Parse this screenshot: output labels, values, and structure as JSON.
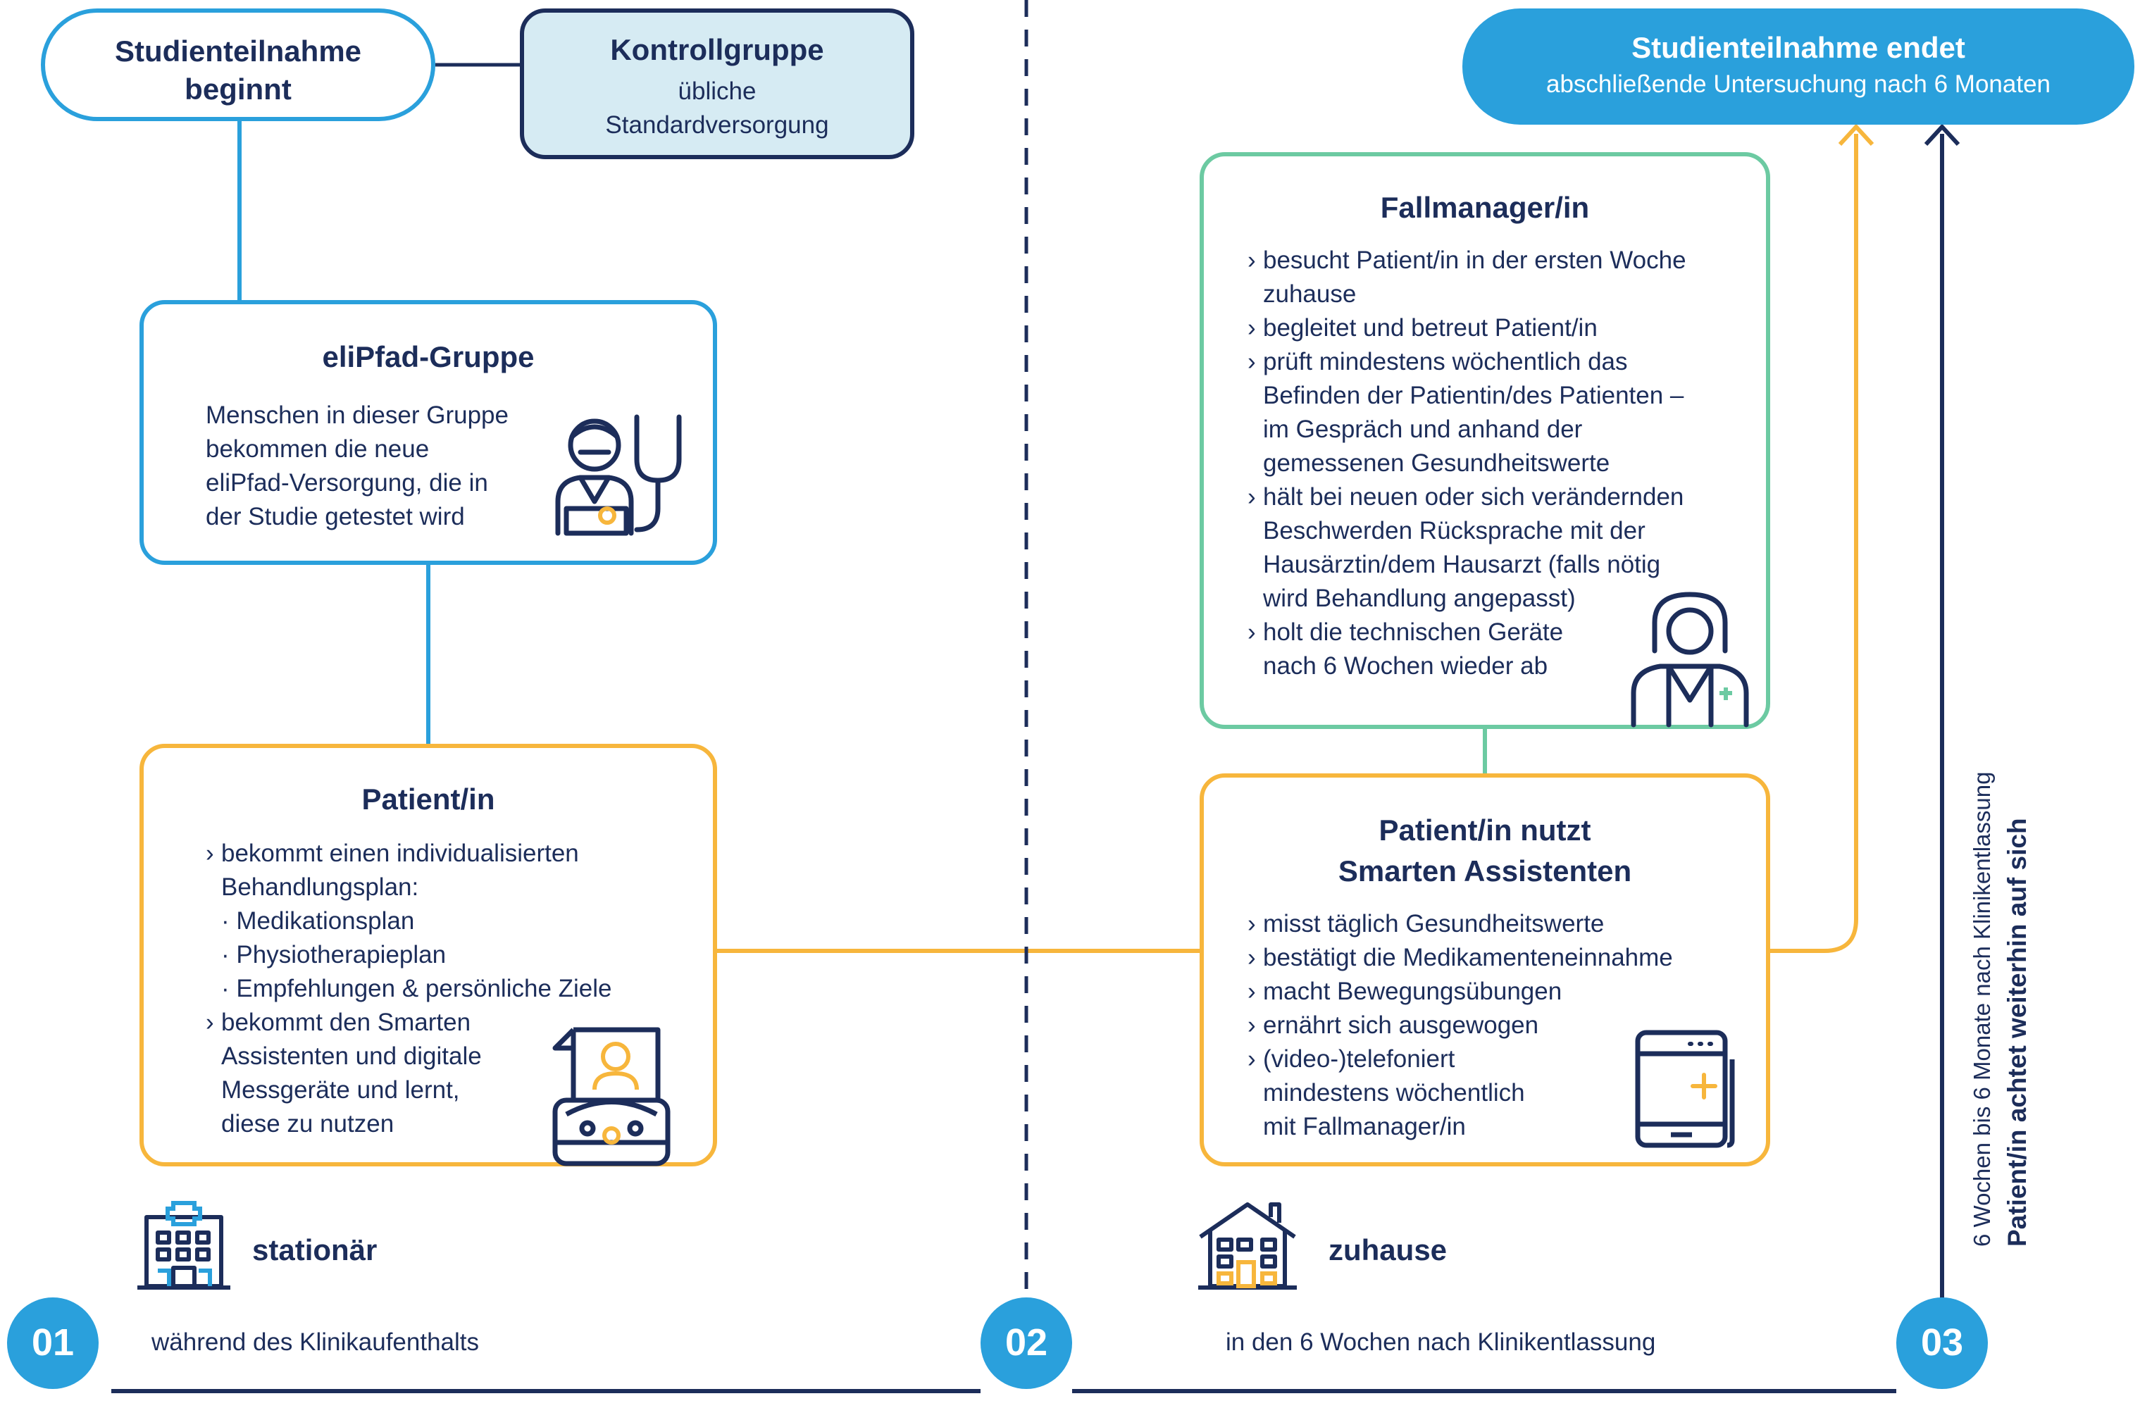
{
  "start": {
    "title_line1": "Studienteilnahme",
    "title_line2": "beginnt"
  },
  "control": {
    "title": "Kontrollgruppe",
    "line1": "übliche",
    "line2": "Standardversorgung"
  },
  "end": {
    "title": "Studienteilnahme endet",
    "subtitle": "abschließende Untersuchung nach 6 Monaten"
  },
  "elipfad": {
    "title": "eliPfad-Gruppe",
    "lines": [
      "Menschen in dieser Gruppe",
      "bekommen die neue",
      "eliPfad-Versorgung, die in",
      "der Studie getestet wird"
    ]
  },
  "patient": {
    "title": "Patient/in",
    "item1_line1": "bekommt einen individualisierten",
    "item1_line2": "Behandlungsplan:",
    "subitems": [
      "Medikationsplan",
      "Physiotherapieplan",
      "Empfehlungen & persönliche Ziele"
    ],
    "item2_lines": [
      "bekommt den Smarten",
      "Assistenten und digitale",
      "Messgeräte und lernt,",
      "diese zu nutzen"
    ]
  },
  "fallmanager": {
    "title": "Fallmanager/in",
    "items": [
      [
        "besucht Patient/in in der ersten Woche",
        "zuhause"
      ],
      [
        "begleitet und betreut Patient/in"
      ],
      [
        "prüft mindestens wöchentlich das",
        "Befinden der Patientin/des Patienten –",
        "im Gespräch und anhand der",
        "gemessenen Gesundheitswerte"
      ],
      [
        "hält bei neuen oder sich verändernden",
        "Beschwerden Rücksprache mit der",
        "Hausärztin/dem Hausarzt (falls nötig",
        "wird Behandlung angepasst)"
      ],
      [
        "holt die technischen Geräte",
        "nach 6 Wochen wieder ab"
      ]
    ]
  },
  "smart": {
    "title_line1": "Patient/in nutzt",
    "title_line2": "Smarten Assistenten",
    "items": [
      [
        "misst täglich Gesundheitswerte"
      ],
      [
        "bestätigt die Medikamenteneinnahme"
      ],
      [
        "macht Bewegungsübungen"
      ],
      [
        "ernährt sich ausgewogen"
      ],
      [
        "(video-)telefoniert",
        "mindestens wöchentlich",
        "mit Fallmanager/in"
      ]
    ]
  },
  "stationaer": {
    "label": "stationär"
  },
  "zuhause": {
    "label": "zuhause"
  },
  "timeline": {
    "phase1_num": "01",
    "phase1_label": "während des Klinikaufenthalts",
    "phase2_num": "02",
    "phase2_label": "in den 6 Wochen nach Klinikentlassung",
    "phase3_num": "03",
    "side_line1": "6 Wochen bis 6 Monate nach Klinikentlassung",
    "side_line2": "Patient/in achtet weiterhin auf sich"
  },
  "colors": {
    "navy": "#1c2d5a",
    "blue": "#2aa0dc",
    "orange": "#f7b63c",
    "green": "#6ccaa2",
    "light": "#d6ebf3"
  },
  "icons": [
    "doctor-stethoscope-icon",
    "patient-document-icon",
    "nurse-icon",
    "tablet-plus-icon",
    "hospital-icon",
    "house-icon"
  ]
}
